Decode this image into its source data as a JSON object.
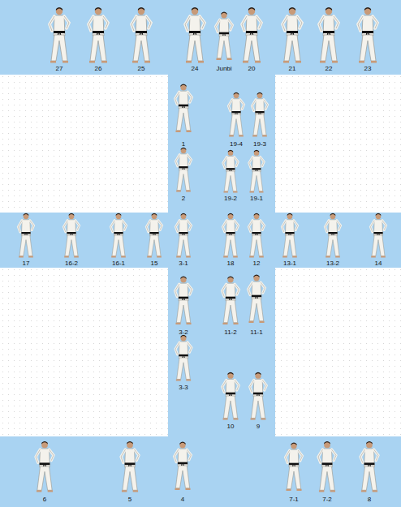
{
  "diagram": {
    "labels": [
      "27",
      "26",
      "25",
      "24",
      "Junbi",
      "20",
      "21",
      "22",
      "23",
      "1",
      "19-4",
      "19-3",
      "2",
      "19-2",
      "19-1",
      "17",
      "16-2",
      "16-1",
      "15",
      "3-1",
      "18",
      "12",
      "13-1",
      "13-2",
      "14",
      "3-2",
      "11-2",
      "11-1",
      "3-3",
      "10",
      "9",
      "6",
      "5",
      "4",
      "7-1",
      "7-2",
      "8"
    ]
  }
}
